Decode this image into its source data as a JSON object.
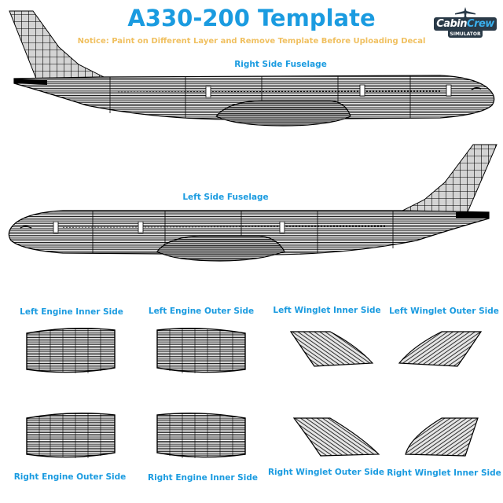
{
  "header": {
    "title": "A330-200 Template",
    "notice": "Notice: Paint on Different Layer and Remove Template Before Uploading Decal"
  },
  "logo": {
    "brand_part1": "Cabin",
    "brand_part2": "Crew",
    "sub": "SIMULATOR"
  },
  "labels": {
    "right_fuselage": "Right Side Fuselage",
    "left_fuselage": "Left Side Fuselage",
    "left_engine_inner": "Left Engine Inner Side",
    "left_engine_outer": "Left Engine Outer Side",
    "left_winglet_inner": "Left Winglet Inner Side",
    "left_winglet_outer": "Left Winglet Outer Side",
    "right_engine_outer": "Right Engine Outer Side",
    "right_engine_inner": "Right Engine Inner Side",
    "right_winglet_outer": "Right Winglet Outer Side",
    "right_winglet_inner": "Right Winglet Inner Side"
  },
  "colors": {
    "title": "#1a9be0",
    "notice": "#f0c060",
    "wireframe": "#000000",
    "fill": "#d8d8d8"
  }
}
